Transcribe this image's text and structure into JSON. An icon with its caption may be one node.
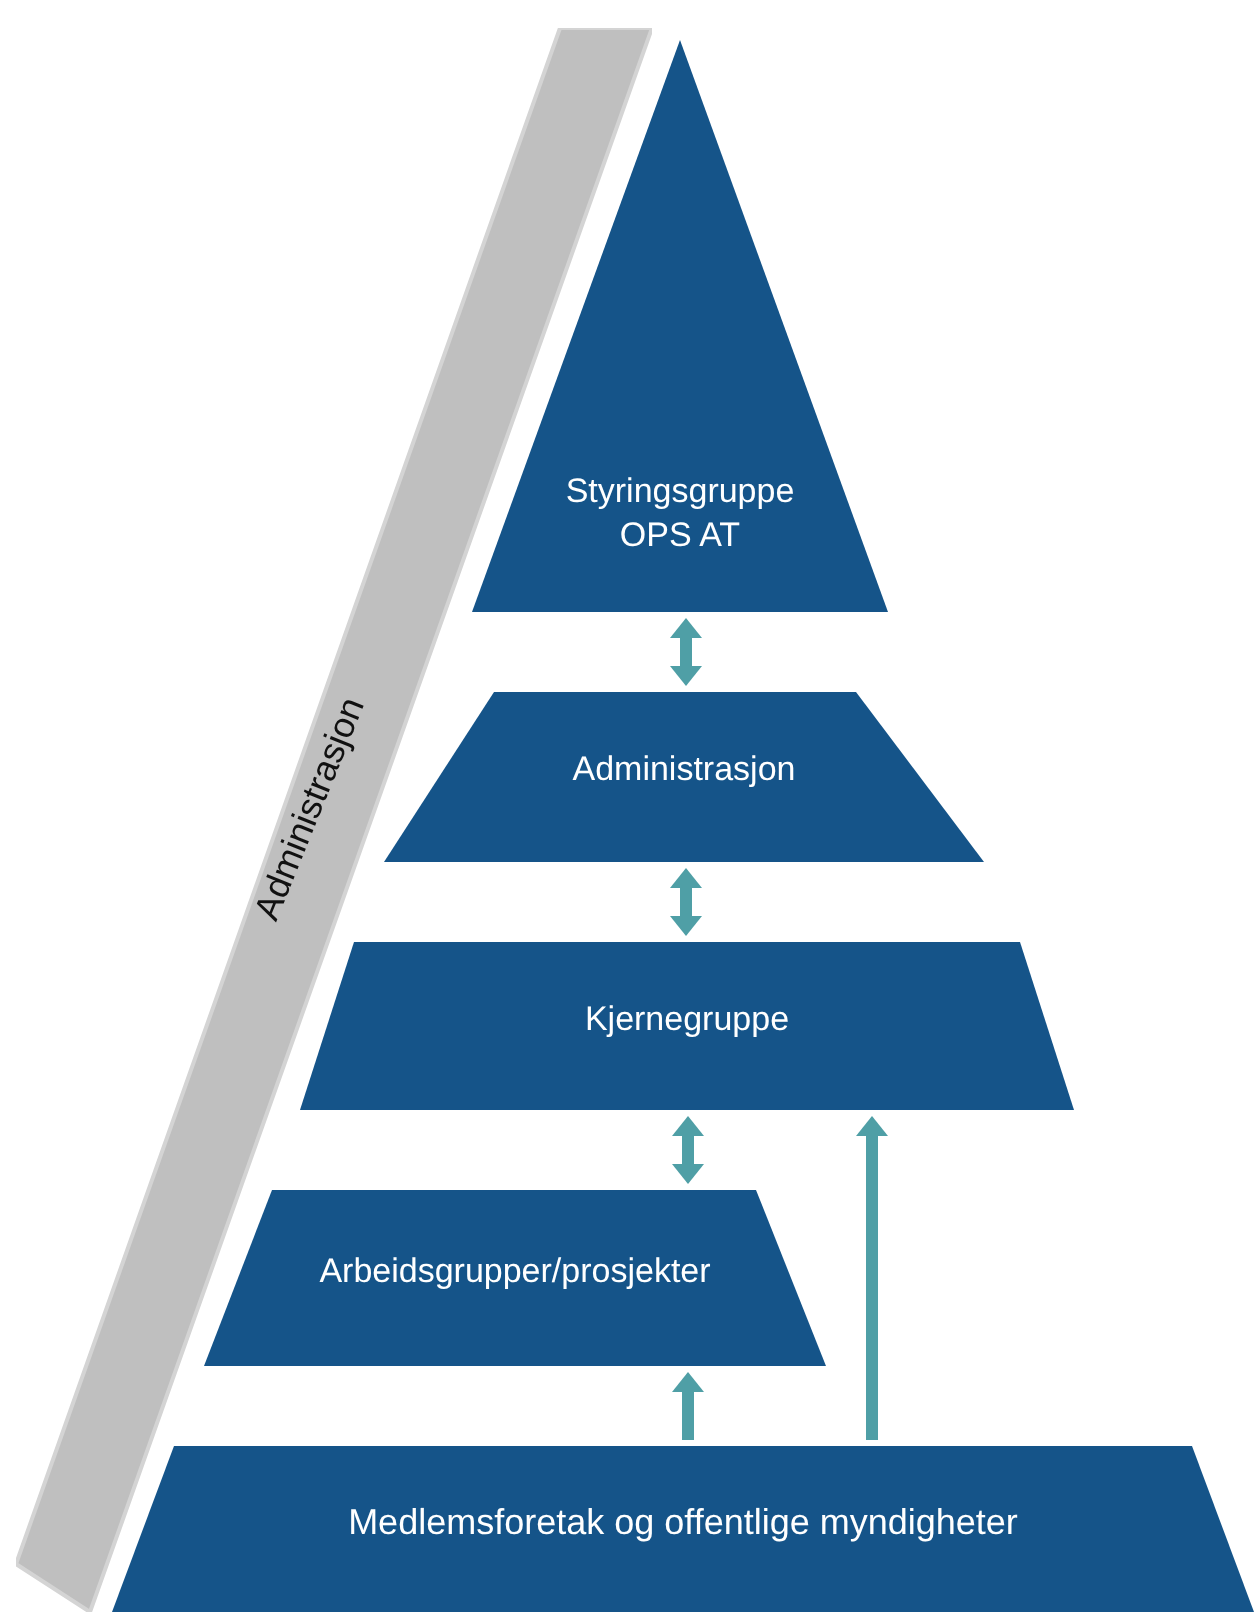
{
  "diagram": {
    "nodes": [
      {
        "text": [
          "Styringsgruppe OPS AT"
        ]
      },
      {
        "text": [
          "Administrasjon"
        ]
      },
      {
        "text": [
          "Kjernegruppe"
        ]
      },
      {
        "text": [
          "Arbeidsgrupper/prosjekter"
        ]
      },
      {
        "text": [
          "Medlemsforetak og offentlige myndigheter"
        ]
      },
      {
        "text": [
          "Administrasjon"
        ]
      }
    ],
    "edges": [
      {
        "from": 0,
        "to": 1,
        "arrow": "both"
      },
      {
        "from": 1,
        "to": 2,
        "arrow": "both"
      },
      {
        "from": 2,
        "to": 3,
        "arrow": "both"
      },
      {
        "from": 4,
        "to": 3,
        "arrow": "to"
      },
      {
        "from": 4,
        "to": 2,
        "arrow": "to"
      }
    ]
  }
}
